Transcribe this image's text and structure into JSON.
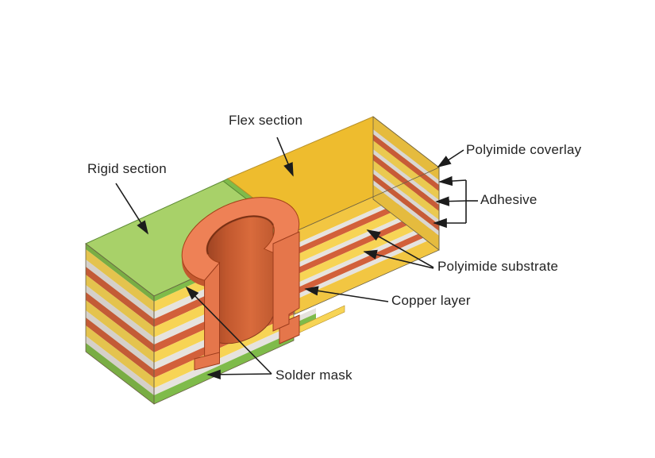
{
  "diagram": {
    "subject": "Rigid-flex PCB layer construction",
    "labels": {
      "flex_section": "Flex section",
      "rigid_section": "Rigid section",
      "polyimide_coverlay": "Polyimide coverlay",
      "adhesive": "Adhesive",
      "polyimide_substrate": "Polyimide substrate",
      "copper_layer": "Copper layer",
      "solder_mask": "Solder mask"
    },
    "colors": {
      "background": "#ffffff",
      "green_top": "#a8d169",
      "green_side": "#7fbb4a",
      "yellow_top": "#eebc2e",
      "coverlay": "#f2c642",
      "substrate": "#f7d455",
      "adhesive": "#e6e3de",
      "copper": "#d2603a",
      "via_ring": "#ee8156",
      "via_rim": "#c2582f",
      "via_face": "#e5764b",
      "via_bore_dark": "#9e4423",
      "via_bore_mid": "#cf6236",
      "via_bore_light": "#d96b3c",
      "outline": "#8a5a28",
      "via_outline": "#9c3c1c",
      "arrow": "#1c1c1c",
      "label_text": "#232323"
    },
    "rigid_stack": [
      {
        "material": "solder mask",
        "color": "green_side",
        "t": 7
      },
      {
        "material": "substrate",
        "color": "substrate",
        "t": 13
      },
      {
        "material": "adhesive",
        "color": "adhesive",
        "t": 9
      },
      {
        "material": "copper",
        "color": "copper",
        "t": 10
      },
      {
        "material": "substrate",
        "color": "substrate",
        "t": 13
      },
      {
        "material": "adhesive",
        "color": "adhesive",
        "t": 9
      },
      {
        "material": "copper",
        "color": "copper",
        "t": 10
      },
      {
        "material": "substrate",
        "color": "substrate",
        "t": 13
      },
      {
        "material": "adhesive",
        "color": "adhesive",
        "t": 9
      },
      {
        "material": "copper",
        "color": "copper",
        "t": 10
      },
      {
        "material": "substrate",
        "color": "substrate",
        "t": 13
      },
      {
        "material": "adhesive",
        "color": "adhesive",
        "t": 9
      },
      {
        "material": "solder mask",
        "color": "green_side",
        "t": 11
      }
    ],
    "flex_stack": [
      {
        "material": "polyimide coverlay",
        "color": "coverlay",
        "t": 16
      },
      {
        "material": "adhesive",
        "color": "adhesive",
        "t": 6
      },
      {
        "material": "copper",
        "color": "copper",
        "t": 8
      },
      {
        "material": "polyimide substrate",
        "color": "substrate",
        "t": 11
      },
      {
        "material": "adhesive",
        "color": "adhesive",
        "t": 6
      },
      {
        "material": "copper",
        "color": "copper",
        "t": 8
      },
      {
        "material": "polyimide substrate",
        "color": "substrate",
        "t": 11
      },
      {
        "material": "adhesive",
        "color": "adhesive",
        "t": 6
      },
      {
        "material": "copper",
        "color": "copper",
        "t": 8
      },
      {
        "material": "adhesive",
        "color": "adhesive",
        "t": 6
      },
      {
        "material": "polyimide coverlay",
        "color": "coverlay",
        "t": 18
      }
    ]
  }
}
